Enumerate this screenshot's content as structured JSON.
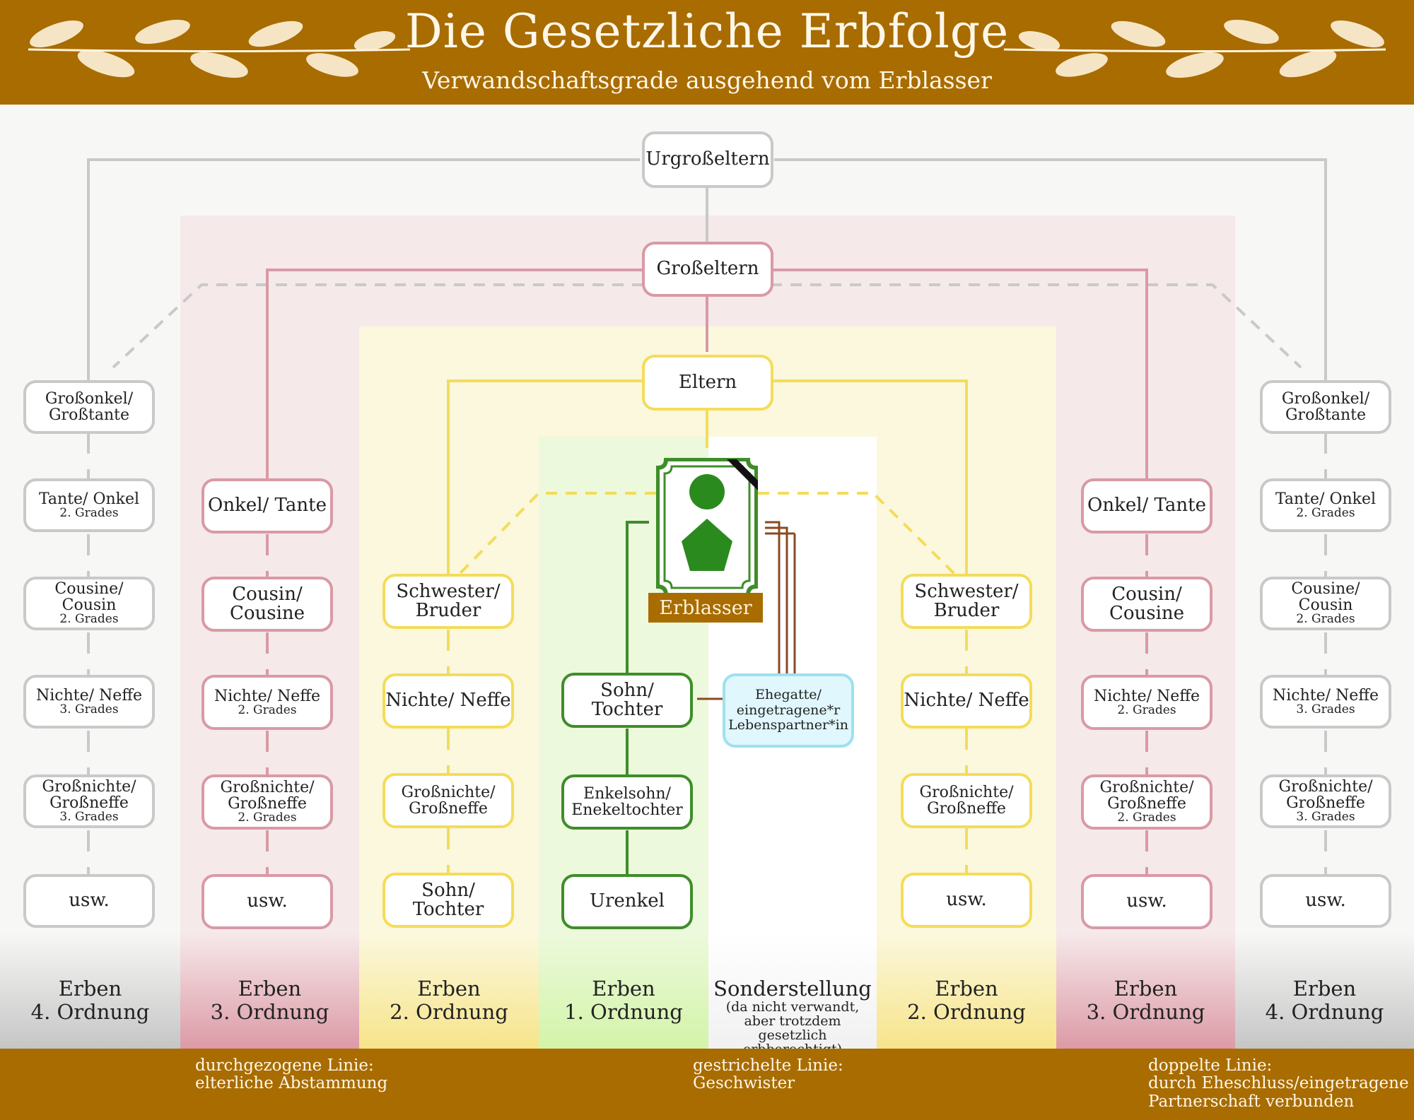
{
  "header": {
    "title": "Die Gesetzliche Erbfolge",
    "subtitle": "Verwandschaftsgrade ausgehend vom Erblasser"
  },
  "colors": {
    "brand": "#a86c00",
    "grey_line": "#c9c9c9",
    "pink_line": "#d89aa6",
    "yellow_line": "#f4dc5a",
    "green_line": "#3f8d2a",
    "brown_line": "#8a4a20",
    "spouse_fill": "#dff7fd"
  },
  "top": {
    "urgrosseltern": "Urgroßeltern",
    "grosseltern": "Großeltern",
    "eltern": "Eltern"
  },
  "erblasser": {
    "label": "Erblasser"
  },
  "spouse": {
    "label": "Ehegatte/ eingetragene*r Lebenspartner*in"
  },
  "columns": {
    "left4": [
      {
        "label": "Großonkel/ Großtante"
      },
      {
        "label": "Tante/ Onkel",
        "sub": "2. Grades"
      },
      {
        "label": "Cousine/ Cousin",
        "sub": "2. Grades"
      },
      {
        "label": "Nichte/ Neffe",
        "sub": "3. Grades"
      },
      {
        "label": "Großnichte/ Großneffe",
        "sub": "3. Grades"
      },
      {
        "label": "usw."
      }
    ],
    "left3": [
      {
        "label": "Onkel/ Tante"
      },
      {
        "label": "Cousin/ Cousine"
      },
      {
        "label": "Nichte/ Neffe",
        "sub": "2. Grades"
      },
      {
        "label": "Großnichte/ Großneffe",
        "sub": "2. Grades"
      },
      {
        "label": "usw."
      }
    ],
    "left2": [
      {
        "label": "Schwester/ Bruder"
      },
      {
        "label": "Nichte/ Neffe"
      },
      {
        "label": "Großnichte/ Großneffe"
      },
      {
        "label": "Sohn/ Tochter"
      }
    ],
    "first": [
      {
        "label": "Sohn/ Tochter"
      },
      {
        "label": "Enkelsohn/ Enekeltochter"
      },
      {
        "label": "Urenkel"
      }
    ],
    "right2": [
      {
        "label": "Schwester/ Bruder"
      },
      {
        "label": "Nichte/ Neffe"
      },
      {
        "label": "Großnichte/ Großneffe"
      },
      {
        "label": "usw."
      }
    ],
    "right3": [
      {
        "label": "Onkel/ Tante"
      },
      {
        "label": "Cousin/ Cousine"
      },
      {
        "label": "Nichte/ Neffe",
        "sub": "2. Grades"
      },
      {
        "label": "Großnichte/ Großneffe",
        "sub": "2. Grades"
      },
      {
        "label": "usw."
      }
    ],
    "right4": [
      {
        "label": "Großonkel/ Großtante"
      },
      {
        "label": "Tante/ Onkel",
        "sub": "2. Grades"
      },
      {
        "label": "Cousine/ Cousin",
        "sub": "2. Grades"
      },
      {
        "label": "Nichte/ Neffe",
        "sub": "3. Grades"
      },
      {
        "label": "Großnichte/ Großneffe",
        "sub": "3. Grades"
      },
      {
        "label": "usw."
      }
    ]
  },
  "orders": {
    "left4": {
      "l1": "Erben",
      "l2": "4. Ordnung"
    },
    "left3": {
      "l1": "Erben",
      "l2": "3. Ordnung"
    },
    "left2": {
      "l1": "Erben",
      "l2": "2. Ordnung"
    },
    "first": {
      "l1": "Erben",
      "l2": "1. Ordnung"
    },
    "special": {
      "l1": "Sonderstellung",
      "note": "(da nicht verwandt, aber trotzdem gesetzlich erbberechtigt)"
    },
    "right2": {
      "l1": "Erben",
      "l2": "2. Ordnung"
    },
    "right3": {
      "l1": "Erben",
      "l2": "3. Ordnung"
    },
    "right4": {
      "l1": "Erben",
      "l2": "4. Ordnung"
    }
  },
  "legend": {
    "solid": {
      "line1": "durchgezogene Linie:",
      "line2": "elterliche Abstammung"
    },
    "dashed": {
      "line1": "gestrichelte Linie:",
      "line2": "Geschwister"
    },
    "double": {
      "line1": "doppelte Linie:",
      "line2": "durch Eheschluss/eingetragene",
      "line3": "Partnerschaft verbunden"
    }
  }
}
